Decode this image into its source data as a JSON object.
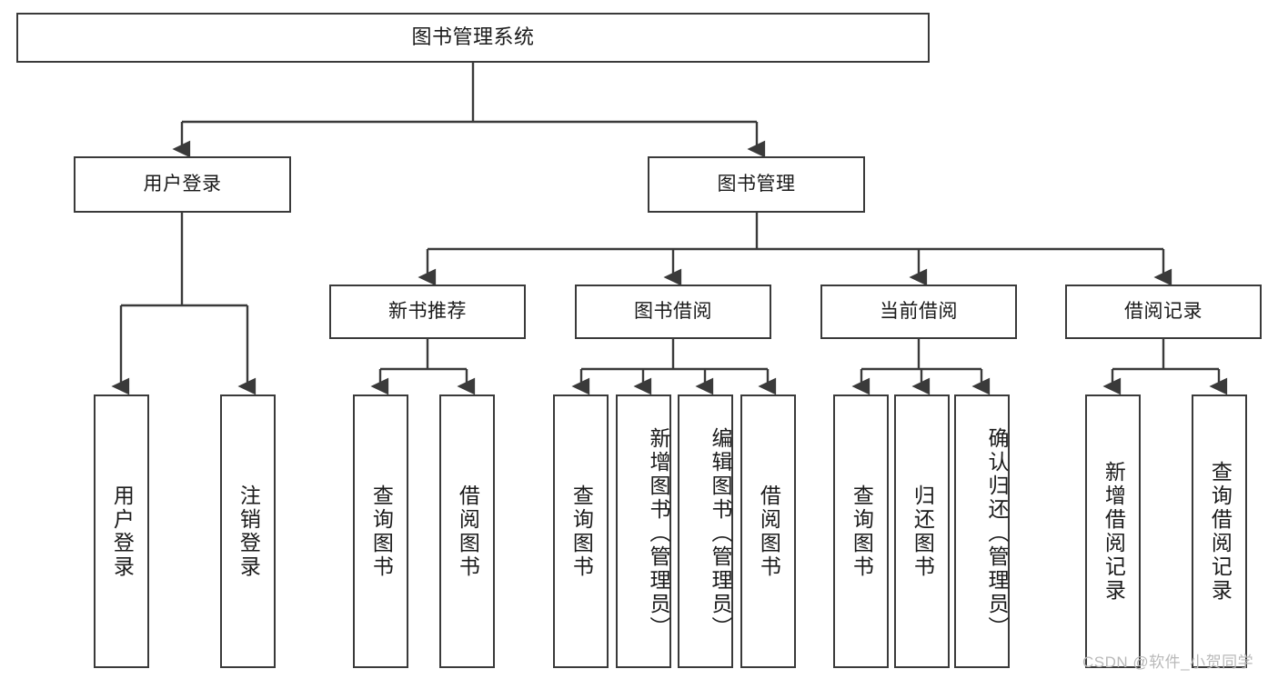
{
  "diagram": {
    "title_node": {
      "label": "图书管理系统"
    },
    "level2": [
      {
        "label": "用户登录"
      },
      {
        "label": "图书管理"
      }
    ],
    "level3": [
      {
        "label": "新书推荐"
      },
      {
        "label": "图书借阅"
      },
      {
        "label": "当前借阅"
      },
      {
        "label": "借阅记录"
      }
    ],
    "leaves": {
      "user_login": [
        {
          "label": "用户登录"
        },
        {
          "label": "注销登录"
        }
      ],
      "new_book_recommend": [
        {
          "label": "查询图书"
        },
        {
          "label": "借阅图书"
        }
      ],
      "book_borrow": [
        {
          "label": "查询图书"
        },
        {
          "label": "新增图书（管理员）"
        },
        {
          "label": "编辑图书（管理员）"
        },
        {
          "label": "借阅图书"
        }
      ],
      "current_borrow": [
        {
          "label": "查询图书"
        },
        {
          "label": "归还图书"
        },
        {
          "label": "确认归还（管理员）"
        }
      ],
      "borrow_record": [
        {
          "label": "新增借阅记录"
        },
        {
          "label": "查询借阅记录"
        }
      ]
    }
  },
  "watermark": {
    "text": "CSDN @软件_小贺同学"
  },
  "colors": {
    "stroke": "#3a3a3a",
    "background": "#ffffff",
    "text": "#1a1a1a",
    "watermark": "#b9b9b9"
  }
}
